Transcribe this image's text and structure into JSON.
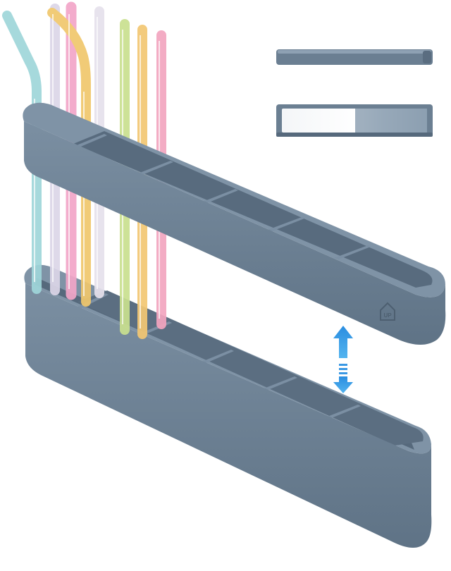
{
  "product": {
    "emboss_label": "UP",
    "colors": {
      "tray_face": "#6b7f92",
      "tray_top": "#7d91a4",
      "tray_inner": "#5a6d80",
      "tray_divider": "#71859a",
      "arrow": "#2f8fd8",
      "background": "#ffffff"
    },
    "straws": [
      {
        "color": "#9fd6da",
        "shape": "bent"
      },
      {
        "color": "#d9d4e6",
        "shape": "straight"
      },
      {
        "color": "#f2a6c8",
        "shape": "straight"
      },
      {
        "color": "#f0c76c",
        "shape": "bent"
      },
      {
        "color": "#e6e1ec",
        "shape": "straight"
      },
      {
        "color": "#c9e08f",
        "shape": "straight"
      },
      {
        "color": "#f3c773",
        "shape": "straight"
      },
      {
        "color": "#f3a5bf",
        "shape": "straight"
      }
    ],
    "icons": [
      "up-house-icon",
      "vertical-double-arrow-icon"
    ]
  }
}
